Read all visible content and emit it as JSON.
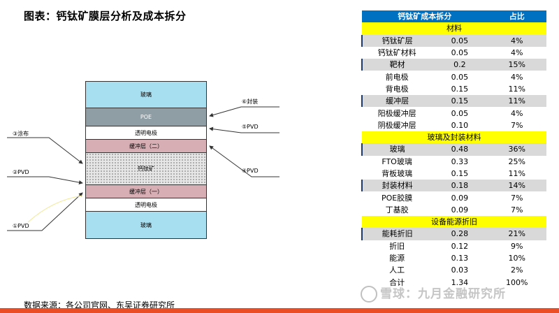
{
  "title": "图表：钙钛矿膜层分析及成本拆分",
  "source": "数据来源：各公司官网、东吴证券研究所",
  "watermark": "雪球：九月金融研究所",
  "diagram": {
    "layers": [
      "玻璃",
      "POE",
      "透明电极",
      "缓冲层（二）",
      "钙钛矿",
      "缓冲层（一）",
      "透明电极",
      "玻璃"
    ],
    "left_labels": [
      "③涂布",
      "②PVD",
      "①PVD"
    ],
    "right_labels": [
      "⑥封装",
      "⑤PVD",
      "④PVD"
    ]
  },
  "table": {
    "header": {
      "name": "钙钛矿成本拆分",
      "pct": "占比"
    },
    "sections": [
      {
        "title": "材料",
        "rows": [
          {
            "name": "钙钛矿层",
            "value": "0.05",
            "pct": "4%"
          },
          {
            "name": "钙钛矿材料",
            "value": "0.05",
            "pct": "4%"
          },
          {
            "name": "靶材",
            "value": "0.2",
            "pct": "15%"
          },
          {
            "name": "前电极",
            "value": "0.05",
            "pct": "4%"
          },
          {
            "name": "背电极",
            "value": "0.15",
            "pct": "11%"
          },
          {
            "name": "缓冲层",
            "value": "0.15",
            "pct": "11%"
          },
          {
            "name": "阳极缓冲层",
            "value": "0.05",
            "pct": "4%"
          },
          {
            "name": "阴极缓冲层",
            "value": "0.10",
            "pct": "7%"
          }
        ]
      },
      {
        "title": "玻璃及封装材料",
        "rows": [
          {
            "name": "玻璃",
            "value": "0.48",
            "pct": "36%"
          },
          {
            "name": "FTO玻璃",
            "value": "0.33",
            "pct": "25%"
          },
          {
            "name": "背板玻璃",
            "value": "0.15",
            "pct": "11%"
          },
          {
            "name": "封装材料",
            "value": "0.18",
            "pct": "14%"
          },
          {
            "name": "POE胶膜",
            "value": "0.09",
            "pct": "7%"
          },
          {
            "name": "丁基胶",
            "value": "0.09",
            "pct": "7%"
          }
        ]
      },
      {
        "title": "设备能源折旧",
        "rows": [
          {
            "name": "能耗折旧",
            "value": "0.28",
            "pct": "21%"
          },
          {
            "name": "折旧",
            "value": "0.12",
            "pct": "9%"
          },
          {
            "name": "能源",
            "value": "0.13",
            "pct": "10%"
          },
          {
            "name": "人工",
            "value": "0.03",
            "pct": "2%"
          },
          {
            "name": "合计",
            "value": "1.34",
            "pct": "100%"
          }
        ]
      }
    ]
  },
  "colors": {
    "header_bg": "#0070c0",
    "section_bg": "#ffff00",
    "grey_row_bg": "#d9d9d9",
    "accent_bar": "#e94e26"
  }
}
